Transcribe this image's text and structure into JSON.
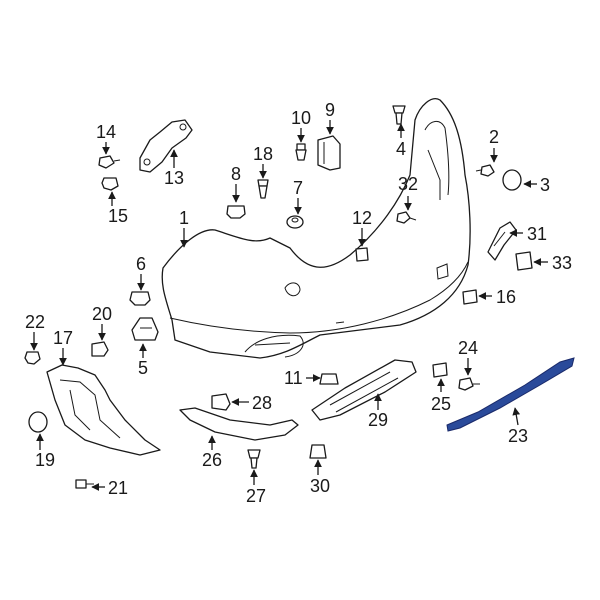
{
  "callouts": {
    "c1": "1",
    "c2": "2",
    "c3": "3",
    "c4": "4",
    "c5": "5",
    "c6": "6",
    "c7": "7",
    "c8": "8",
    "c9": "9",
    "c10": "10",
    "c11": "11",
    "c12": "12",
    "c13": "13",
    "c14": "14",
    "c15": "15",
    "c16": "16",
    "c17": "17",
    "c18": "18",
    "c19": "19",
    "c20": "20",
    "c21": "21",
    "c22": "22",
    "c23": "23",
    "c24": "24",
    "c25": "25",
    "c26": "26",
    "c27": "27",
    "c28": "28",
    "c29": "29",
    "c30": "30",
    "c31": "31",
    "c32": "32",
    "c33": "33"
  },
  "highlighted_part": "23",
  "colors": {
    "highlight": "#2a4a9a",
    "line": "#1a1a1a",
    "background": "#ffffff"
  }
}
